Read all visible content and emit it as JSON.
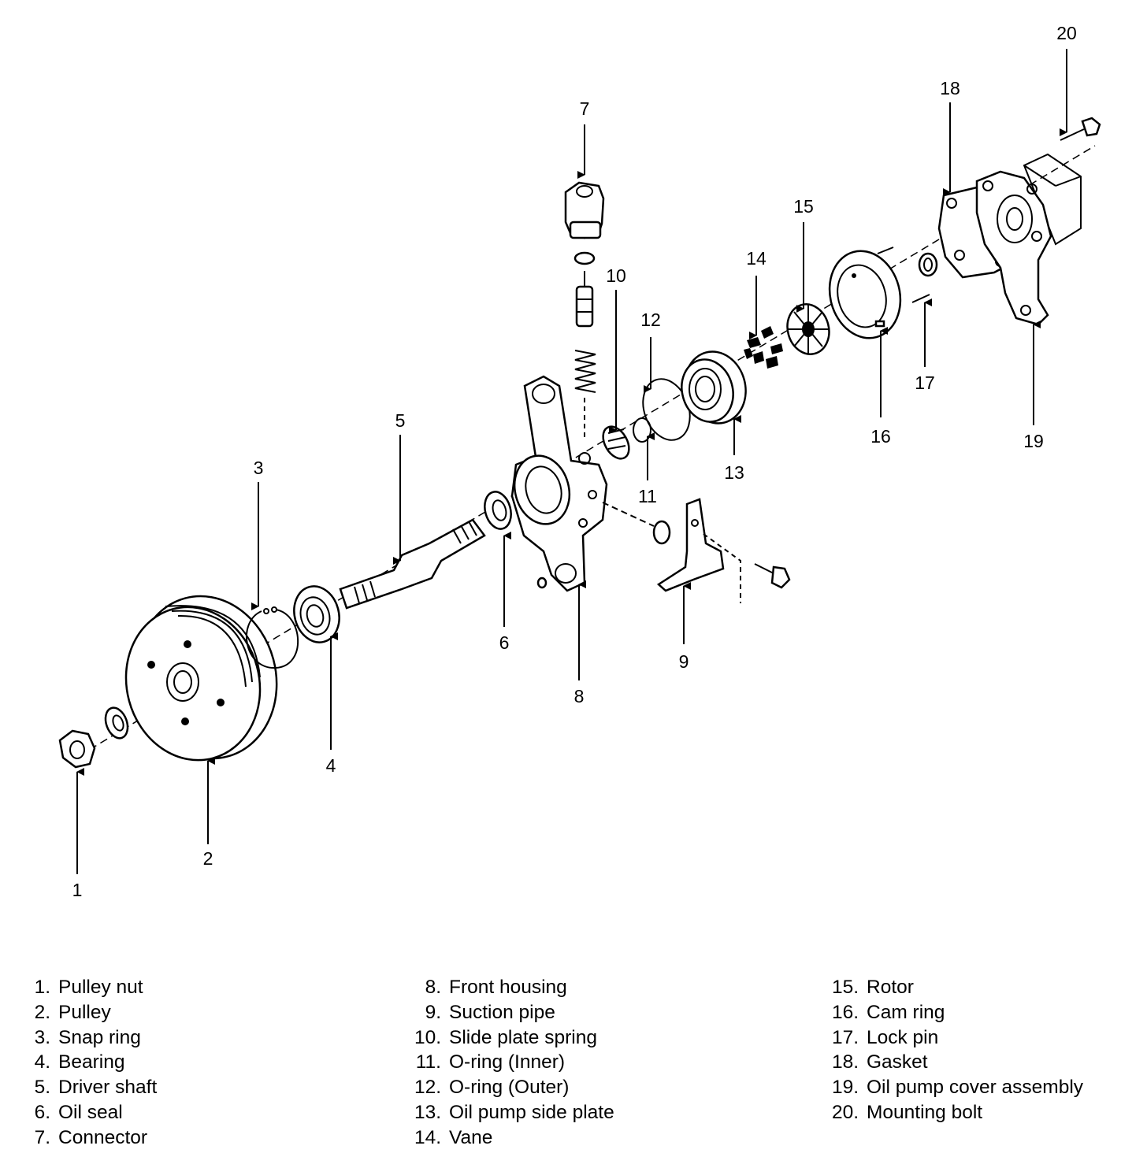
{
  "callouts": {
    "c1": "1",
    "c2": "2",
    "c3": "3",
    "c4": "4",
    "c5": "5",
    "c6": "6",
    "c7": "7",
    "c8": "8",
    "c9": "9",
    "c10": "10",
    "c11": "11",
    "c12": "12",
    "c13": "13",
    "c14": "14",
    "c15": "15",
    "c16": "16",
    "c17": "17",
    "c18": "18",
    "c19": "19",
    "c20": "20"
  },
  "legend": {
    "col1": [
      {
        "num": "1.",
        "label": "Pulley nut"
      },
      {
        "num": "2.",
        "label": "Pulley"
      },
      {
        "num": "3.",
        "label": "Snap ring"
      },
      {
        "num": "4.",
        "label": "Bearing"
      },
      {
        "num": "5.",
        "label": "Driver shaft"
      },
      {
        "num": "6.",
        "label": "Oil seal"
      },
      {
        "num": "7.",
        "label": "Connector"
      }
    ],
    "col2": [
      {
        "num": "8.",
        "label": "Front housing"
      },
      {
        "num": "9.",
        "label": "Suction pipe"
      },
      {
        "num": "10.",
        "label": "Slide plate spring"
      },
      {
        "num": "11.",
        "label": "O-ring (Inner)"
      },
      {
        "num": "12.",
        "label": "O-ring (Outer)"
      },
      {
        "num": "13.",
        "label": "Oil pump side plate"
      },
      {
        "num": "14.",
        "label": "Vane"
      }
    ],
    "col3": [
      {
        "num": "15.",
        "label": "Rotor"
      },
      {
        "num": "16.",
        "label": "Cam ring"
      },
      {
        "num": "17.",
        "label": "Lock pin"
      },
      {
        "num": "18.",
        "label": "Gasket"
      },
      {
        "num": "19.",
        "label": "Oil pump cover assembly"
      },
      {
        "num": "20.",
        "label": "Mounting bolt"
      }
    ]
  }
}
